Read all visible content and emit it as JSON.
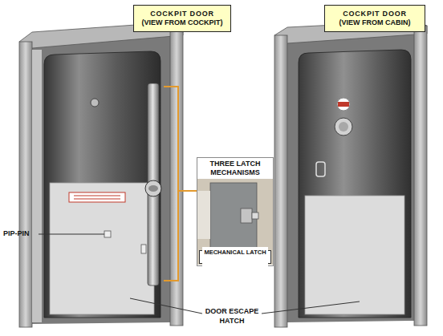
{
  "diagram": {
    "nodes": [
      {
        "text": [
          "COCKPIT DOOR (VIEW FROM COCKPIT)"
        ]
      },
      {
        "text": [
          "COCKPIT DOOR (VIEW FROM CABIN)"
        ]
      },
      {
        "text": [
          "THREE LATCH MECHANISMS"
        ]
      },
      {
        "text": [
          "MECHANICAL LATCH"
        ],
        "in": 2
      }
    ],
    "labels": [
      "PIP-PIN",
      "DOOR ESCAPE HATCH"
    ]
  }
}
